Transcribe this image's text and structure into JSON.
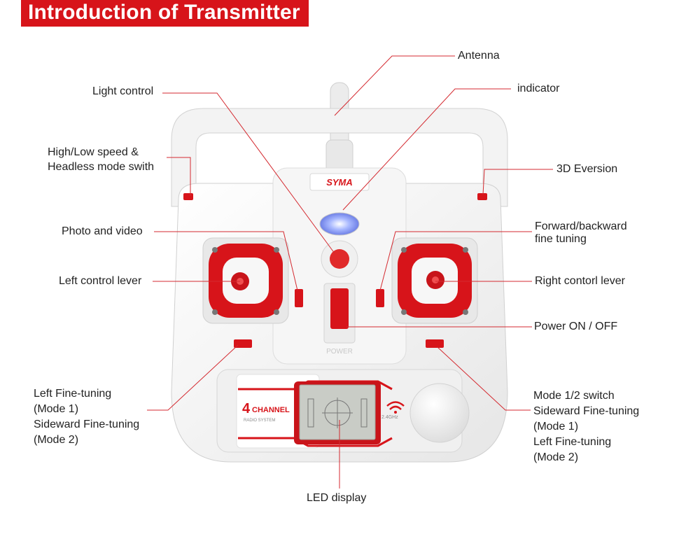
{
  "title": "Introduction of Transmitter",
  "brand": "SYMA",
  "screen_text": {
    "channel_number": "4",
    "channel_word": "CHANNEL",
    "radio_system": "RADIO SYSTEM",
    "frequency": "2.4GHz",
    "power_label": "POWER"
  },
  "labels": {
    "antenna": "Antenna",
    "indicator": "indicator",
    "light_control": "Light control",
    "speed_switch": "High/Low speed &\nHeadless mode swith",
    "eversion_3d": "3D Eversion",
    "photo_video": "Photo and video",
    "forward_backward": "Forward/backward\nfine tuning",
    "left_lever": "Left control lever",
    "right_lever": "Right contorl lever",
    "power": "Power ON / OFF",
    "left_fine_tuning": "Left Fine-tuning\n(Mode 1)\nSideward Fine-tuning\n(Mode 2)",
    "mode_switch": "Mode 1/2 switch\nSideward Fine-tuning\n(Mode 1)\nLeft Fine-tuning\n(Mode 2)",
    "led_display": "LED display"
  },
  "colors": {
    "accent_red": "#d7141a",
    "leader_line": "#d42a30",
    "body_white": "#f4f4f4",
    "lcd": "#c9ccc6"
  }
}
